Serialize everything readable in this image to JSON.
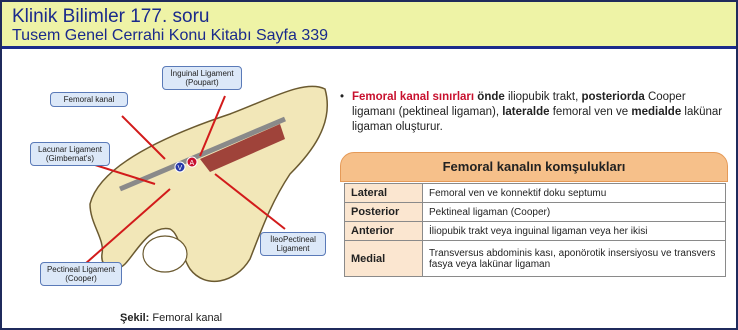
{
  "header": {
    "title": "Klinik Bilimler 177. soru",
    "subtitle": "Tusem Genel Cerrahi Konu Kitabı Sayfa 339"
  },
  "figure": {
    "labels": {
      "femoral_kanal": "Femoral kanal",
      "inguinal": "İnguinal Ligament (Poupart)",
      "lacunar": "Lacunar Ligament (Gimbernat's)",
      "ileopectineal": "İleoPectineal Ligament",
      "pectineal": "Pectineal Ligament (Cooper)"
    },
    "markers": {
      "v": "V",
      "a": "A"
    },
    "caption_bold": "Şekil:",
    "caption_text": "Femoral kanal"
  },
  "bullet": {
    "p1": "Femoral kanal sınırları",
    "p2": " ",
    "p3": "önde",
    "p4": " iliopubik trakt, ",
    "p5": "posteriorda",
    "p6": " Cooper ligamanı (pektineal ligaman), ",
    "p7": "lateralde",
    "p8": " femoral ven ve ",
    "p9": "medialde",
    "p10": " lakünar ligaman oluşturur."
  },
  "table": {
    "title": "Femoral kanalın komşulukları",
    "rows": [
      {
        "key": "Lateral",
        "value": "Femoral ven ve konnektif doku septumu"
      },
      {
        "key": "Posterior",
        "value": "Pektineal ligaman (Cooper)"
      },
      {
        "key": "Anterior",
        "value": "İliopubik trakt veya inguinal ligaman veya her ikisi"
      },
      {
        "key": "Medial",
        "value": "Transversus abdominis kası, aponörotik insersiyosu ve transvers fasya veya lakünar ligaman"
      }
    ]
  },
  "colors": {
    "header_bg": "#eef3a6",
    "title_blue": "#1a2a8c",
    "accent_red": "#c8102e",
    "table_header": "#f6c08a"
  }
}
